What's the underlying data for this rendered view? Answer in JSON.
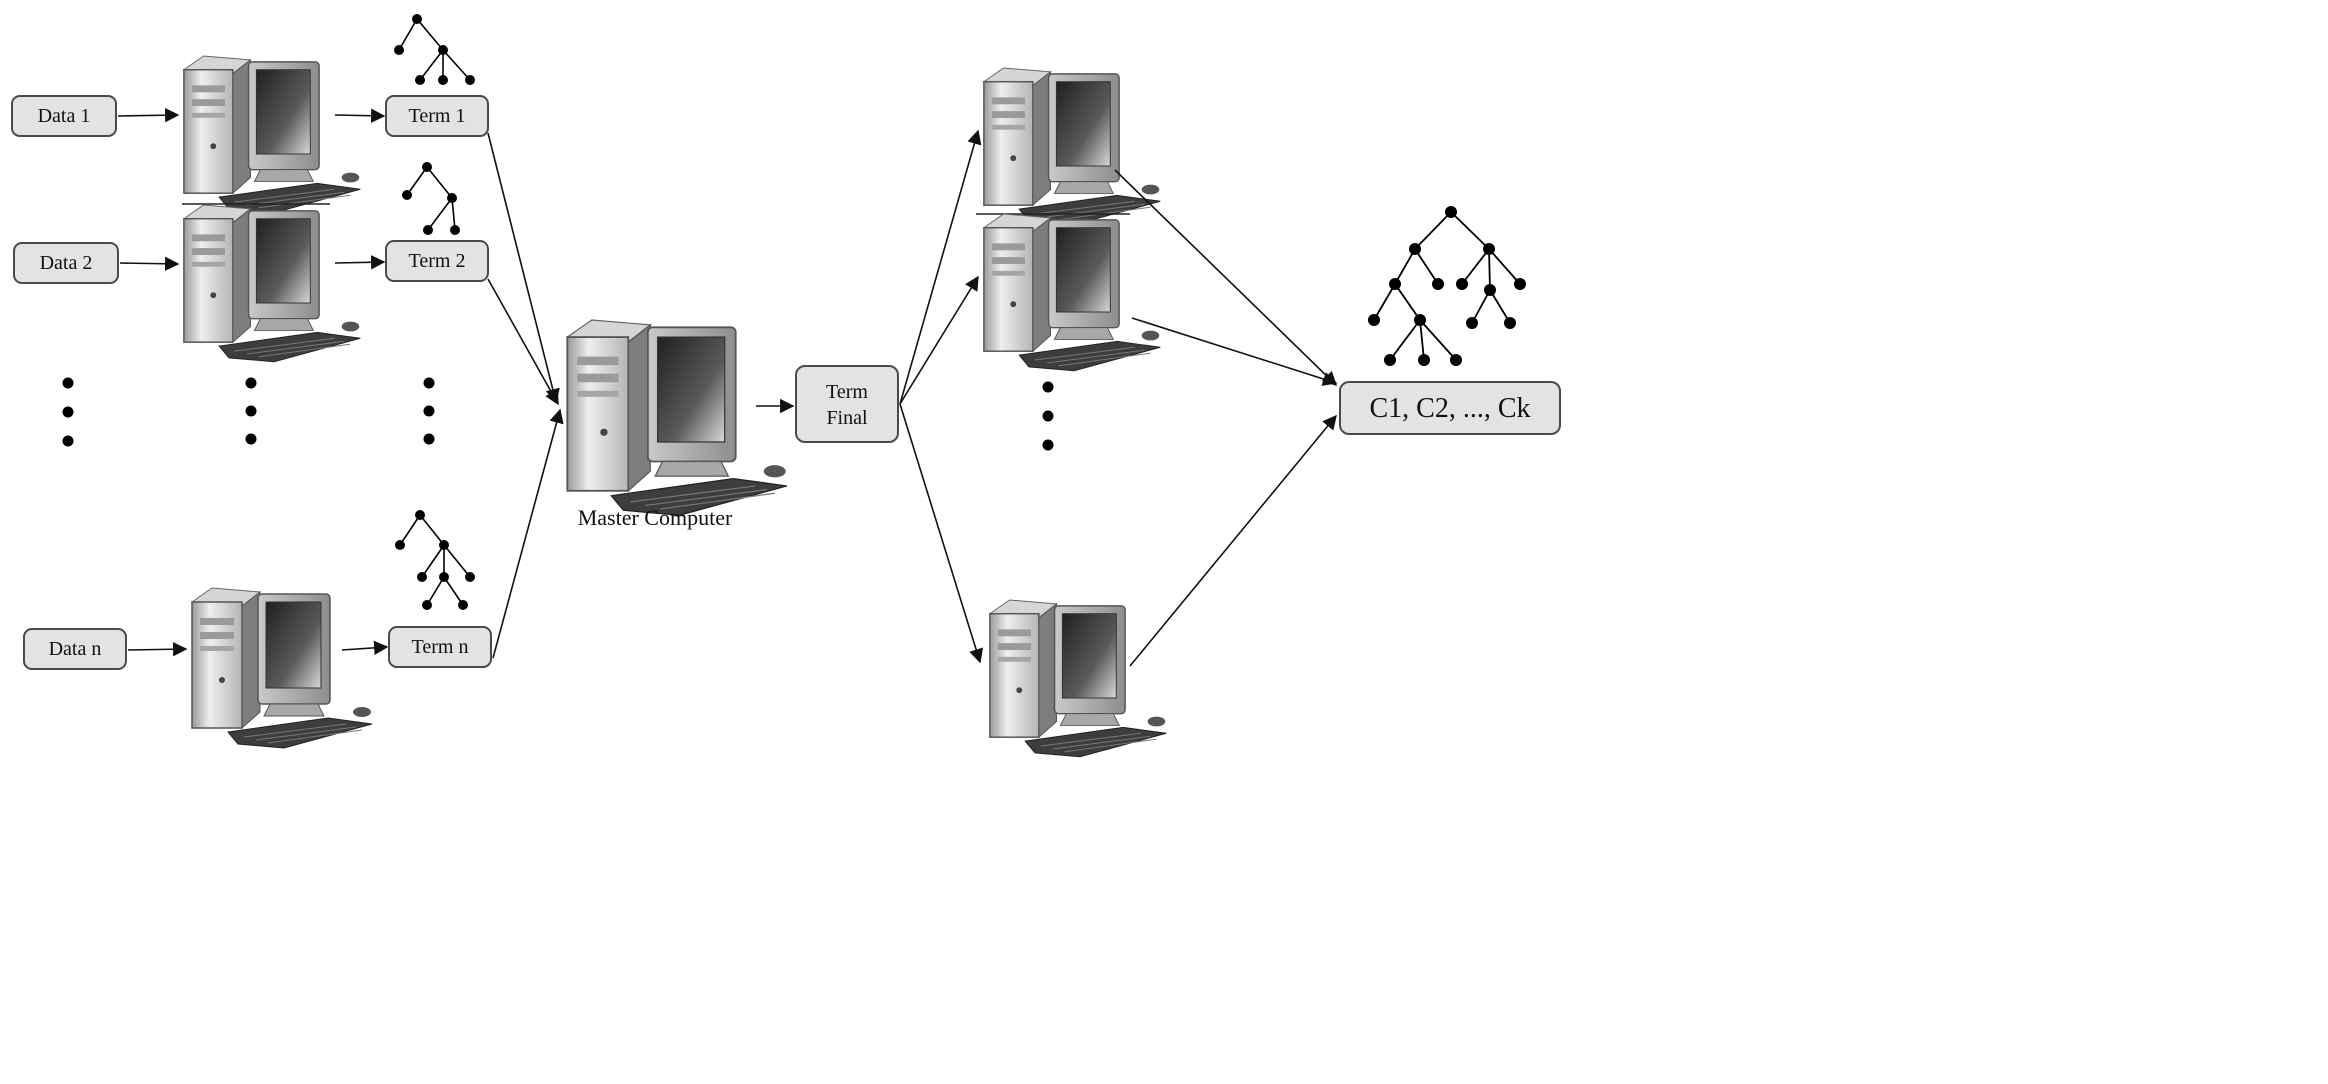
{
  "inputs": [
    {
      "label": "Data 1"
    },
    {
      "label": "Data 2"
    },
    {
      "label": "Data n"
    }
  ],
  "terms": [
    {
      "label": "Term 1"
    },
    {
      "label": "Term 2"
    },
    {
      "label": "Term n"
    }
  ],
  "master": {
    "caption": "Master Computer"
  },
  "final_term": {
    "line1": "Term",
    "line2": "Final"
  },
  "result": {
    "label": "C1, C2, ..., Ck"
  },
  "colors": {
    "box_fill": "#e3e3e3",
    "box_stroke": "#4a4a4a",
    "line": "#111111"
  }
}
